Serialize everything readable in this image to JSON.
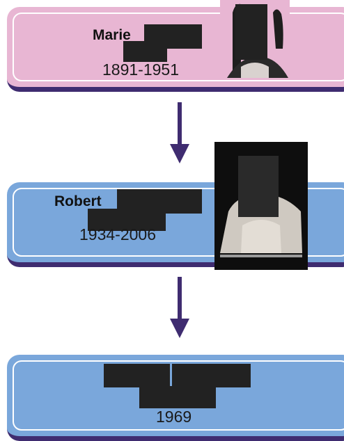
{
  "generations": [
    {
      "first_name": "Marie",
      "dates": "1891-1951",
      "color": "#e8b6d3"
    },
    {
      "first_name": "Robert",
      "dates": "1934-2006",
      "color": "#7aa7db"
    },
    {
      "first_name": "",
      "dates": "1969",
      "color": "#7aa7db"
    }
  ],
  "colors": {
    "border": "#3f2c70",
    "arrow": "#3f2c70",
    "redaction": "#222222"
  }
}
